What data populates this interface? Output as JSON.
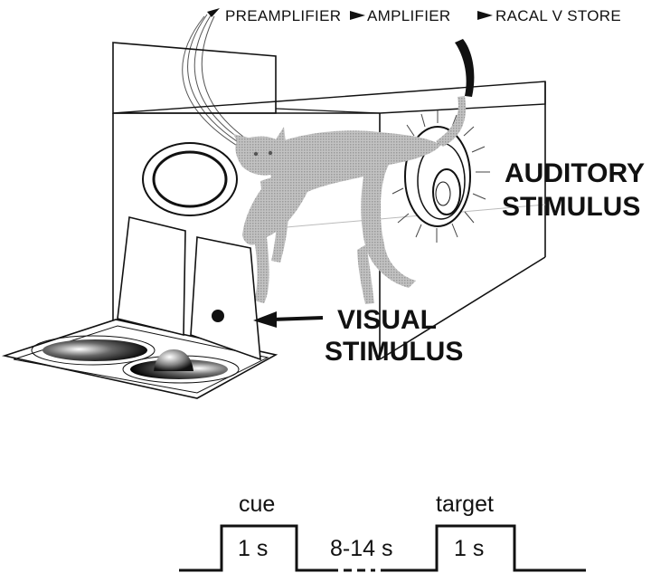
{
  "signal_chain": {
    "items": [
      "PREAMPLIFIER",
      "AMPLIFIER",
      "RACAL V STORE"
    ]
  },
  "labels": {
    "auditory_line1": "AUDITORY",
    "auditory_line2": "STIMULUS",
    "visual_line1": "VISUAL",
    "visual_line2": "STIMULUS"
  },
  "timing": {
    "cue_label": "cue",
    "cue_duration": "1 s",
    "interval": "8-14 s",
    "target_label": "target",
    "target_duration": "1 s"
  },
  "colors": {
    "ink": "#111111",
    "cat_fill": "#b3b3b3"
  }
}
